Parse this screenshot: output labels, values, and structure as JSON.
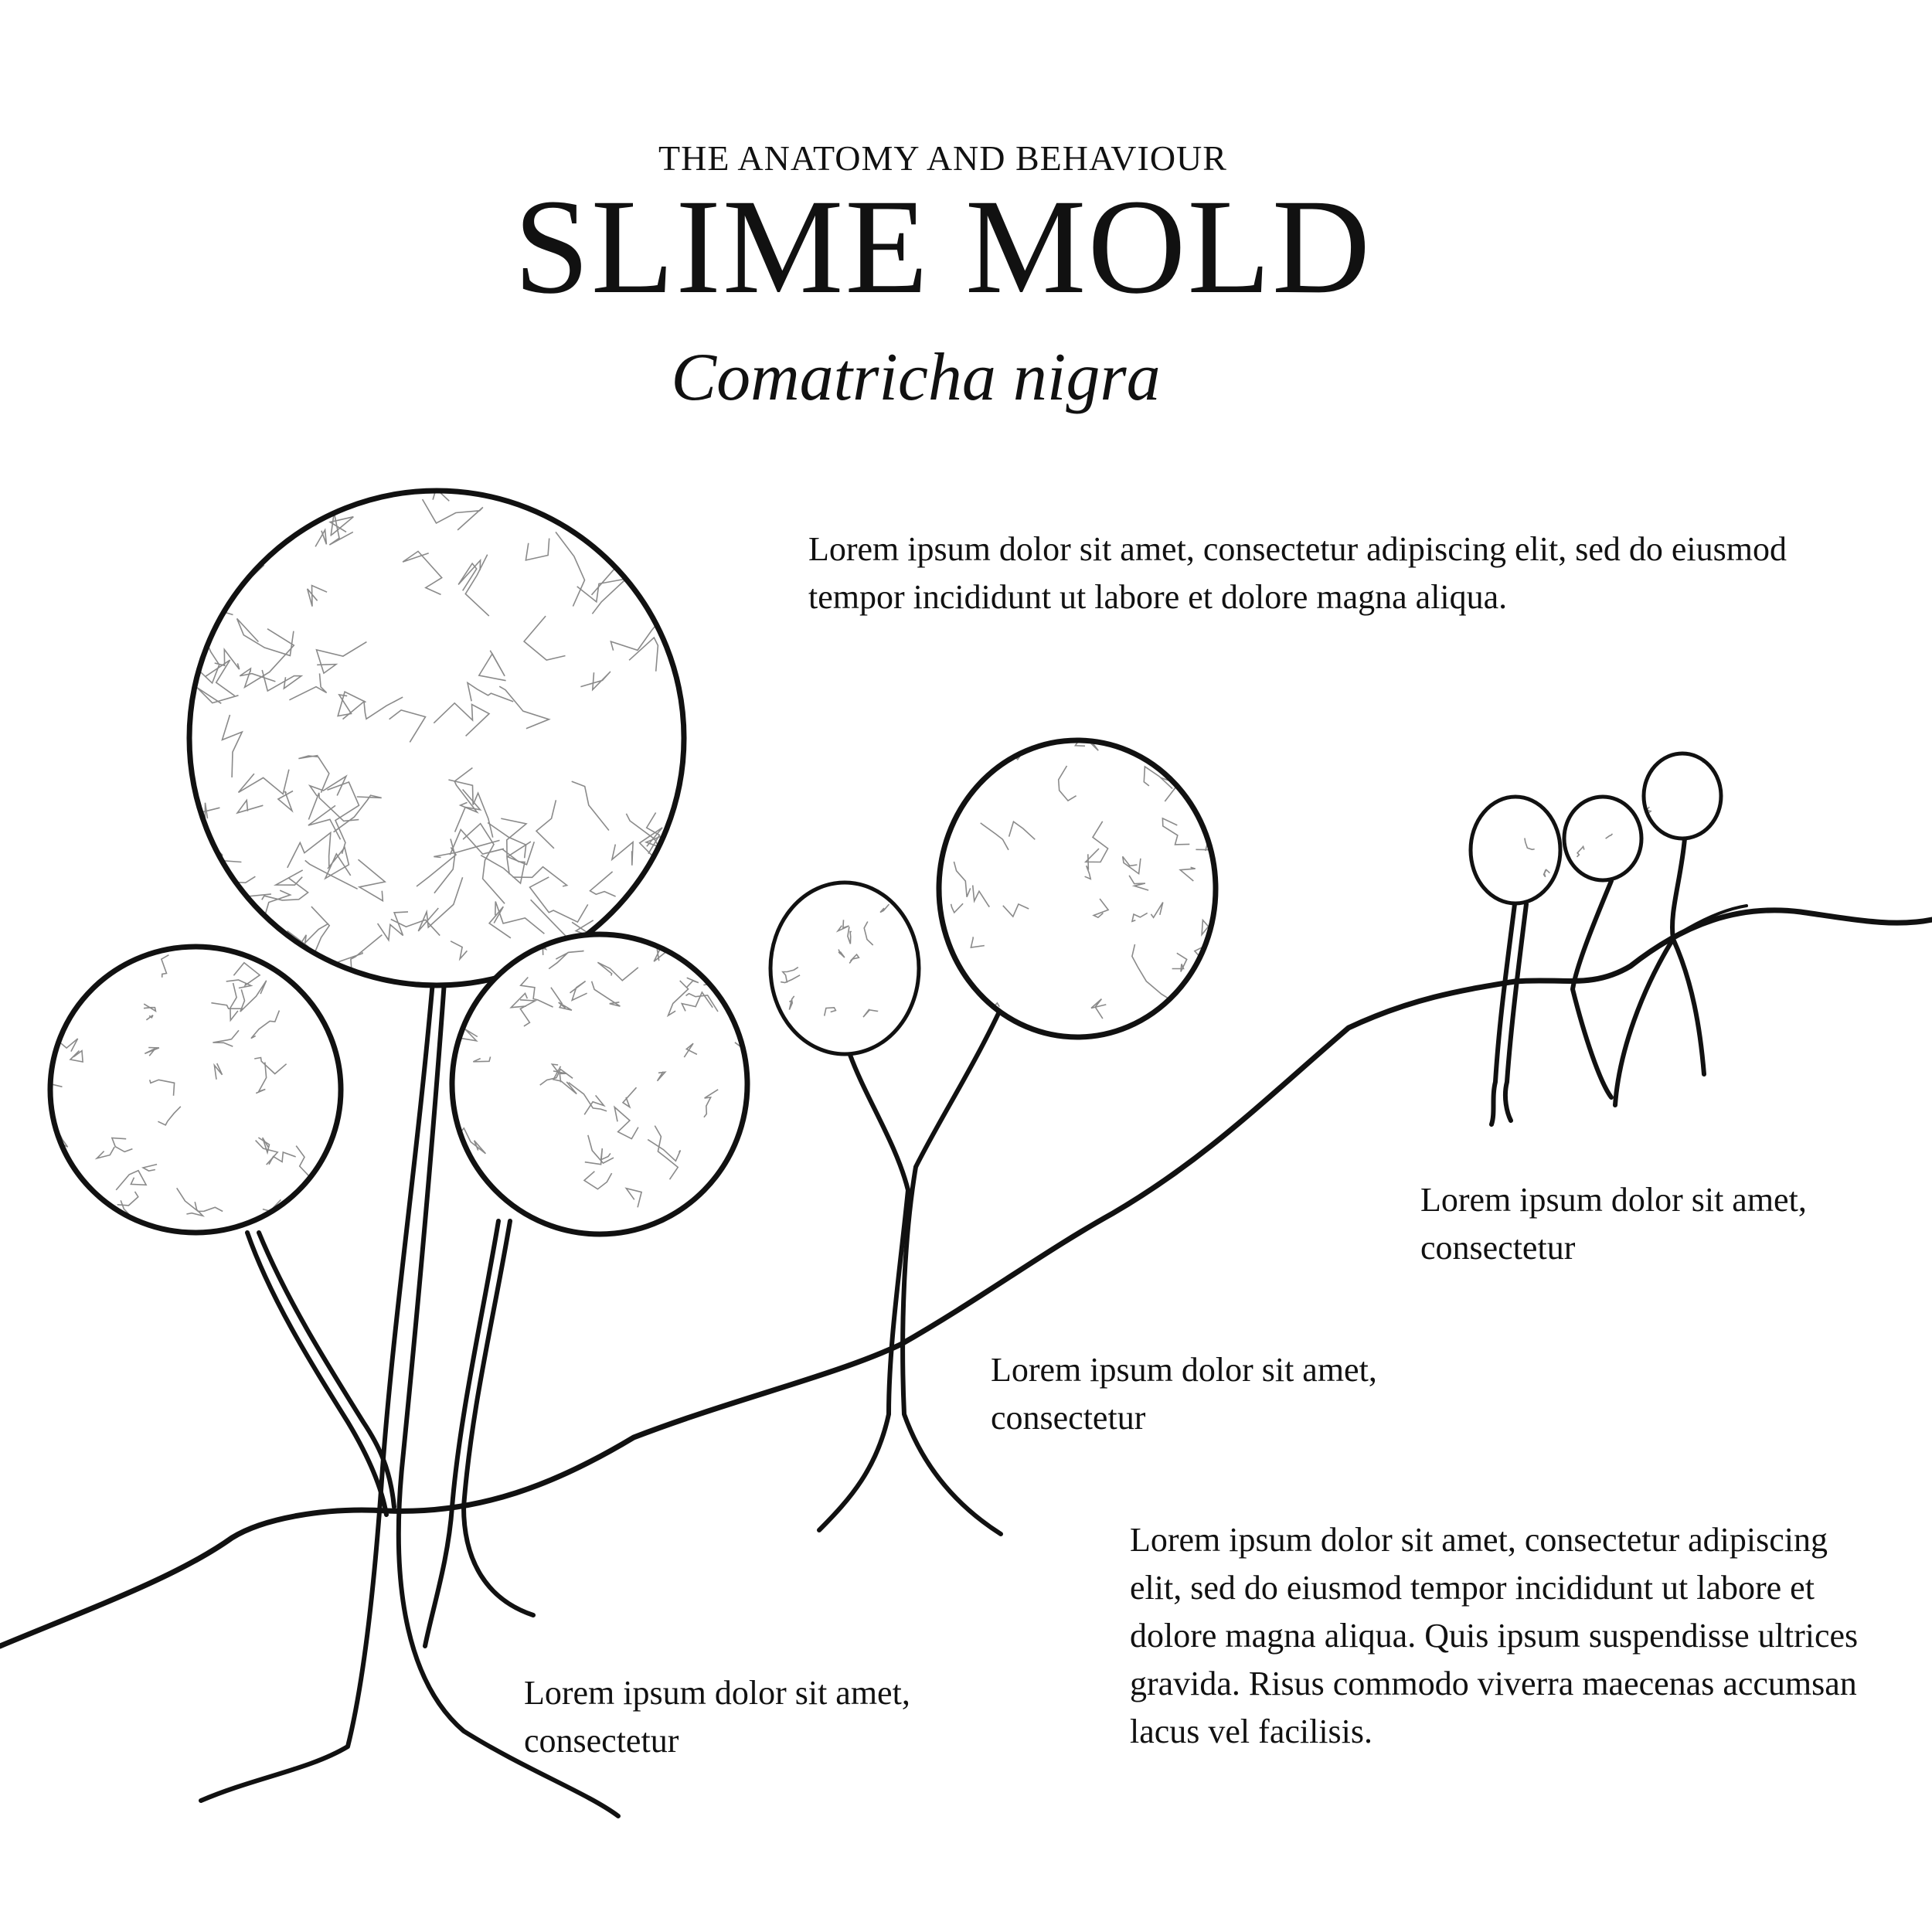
{
  "header": {
    "kicker": "THE ANATOMY AND BEHAVIOUR",
    "title": "SLIME MOLD",
    "species": "Comatricha nigra"
  },
  "notes": {
    "top": "Lorem ipsum dolor sit amet, consectetur adipiscing elit, sed do eiusmod tempor incididunt ut labore et dolore magna aliqua.",
    "right": "Lorem ipsum dolor sit amet, consectetur",
    "middle": "Lorem ipsum dolor sit amet, consectetur",
    "left": "Lorem ipsum dolor sit amet, consectetur",
    "paragraph": "Lorem ipsum dolor sit amet, consectetur adipiscing elit, sed do eiusmod tempor incididunt ut labore et dolore magna aliqua. Quis ipsum suspendisse ultrices gravida. Risus commodo viverra maecenas accumsan lacus vel facilisis."
  },
  "colors": {
    "ink": "#111111",
    "background": "#ffffff",
    "texture": "#8a8a8a"
  }
}
